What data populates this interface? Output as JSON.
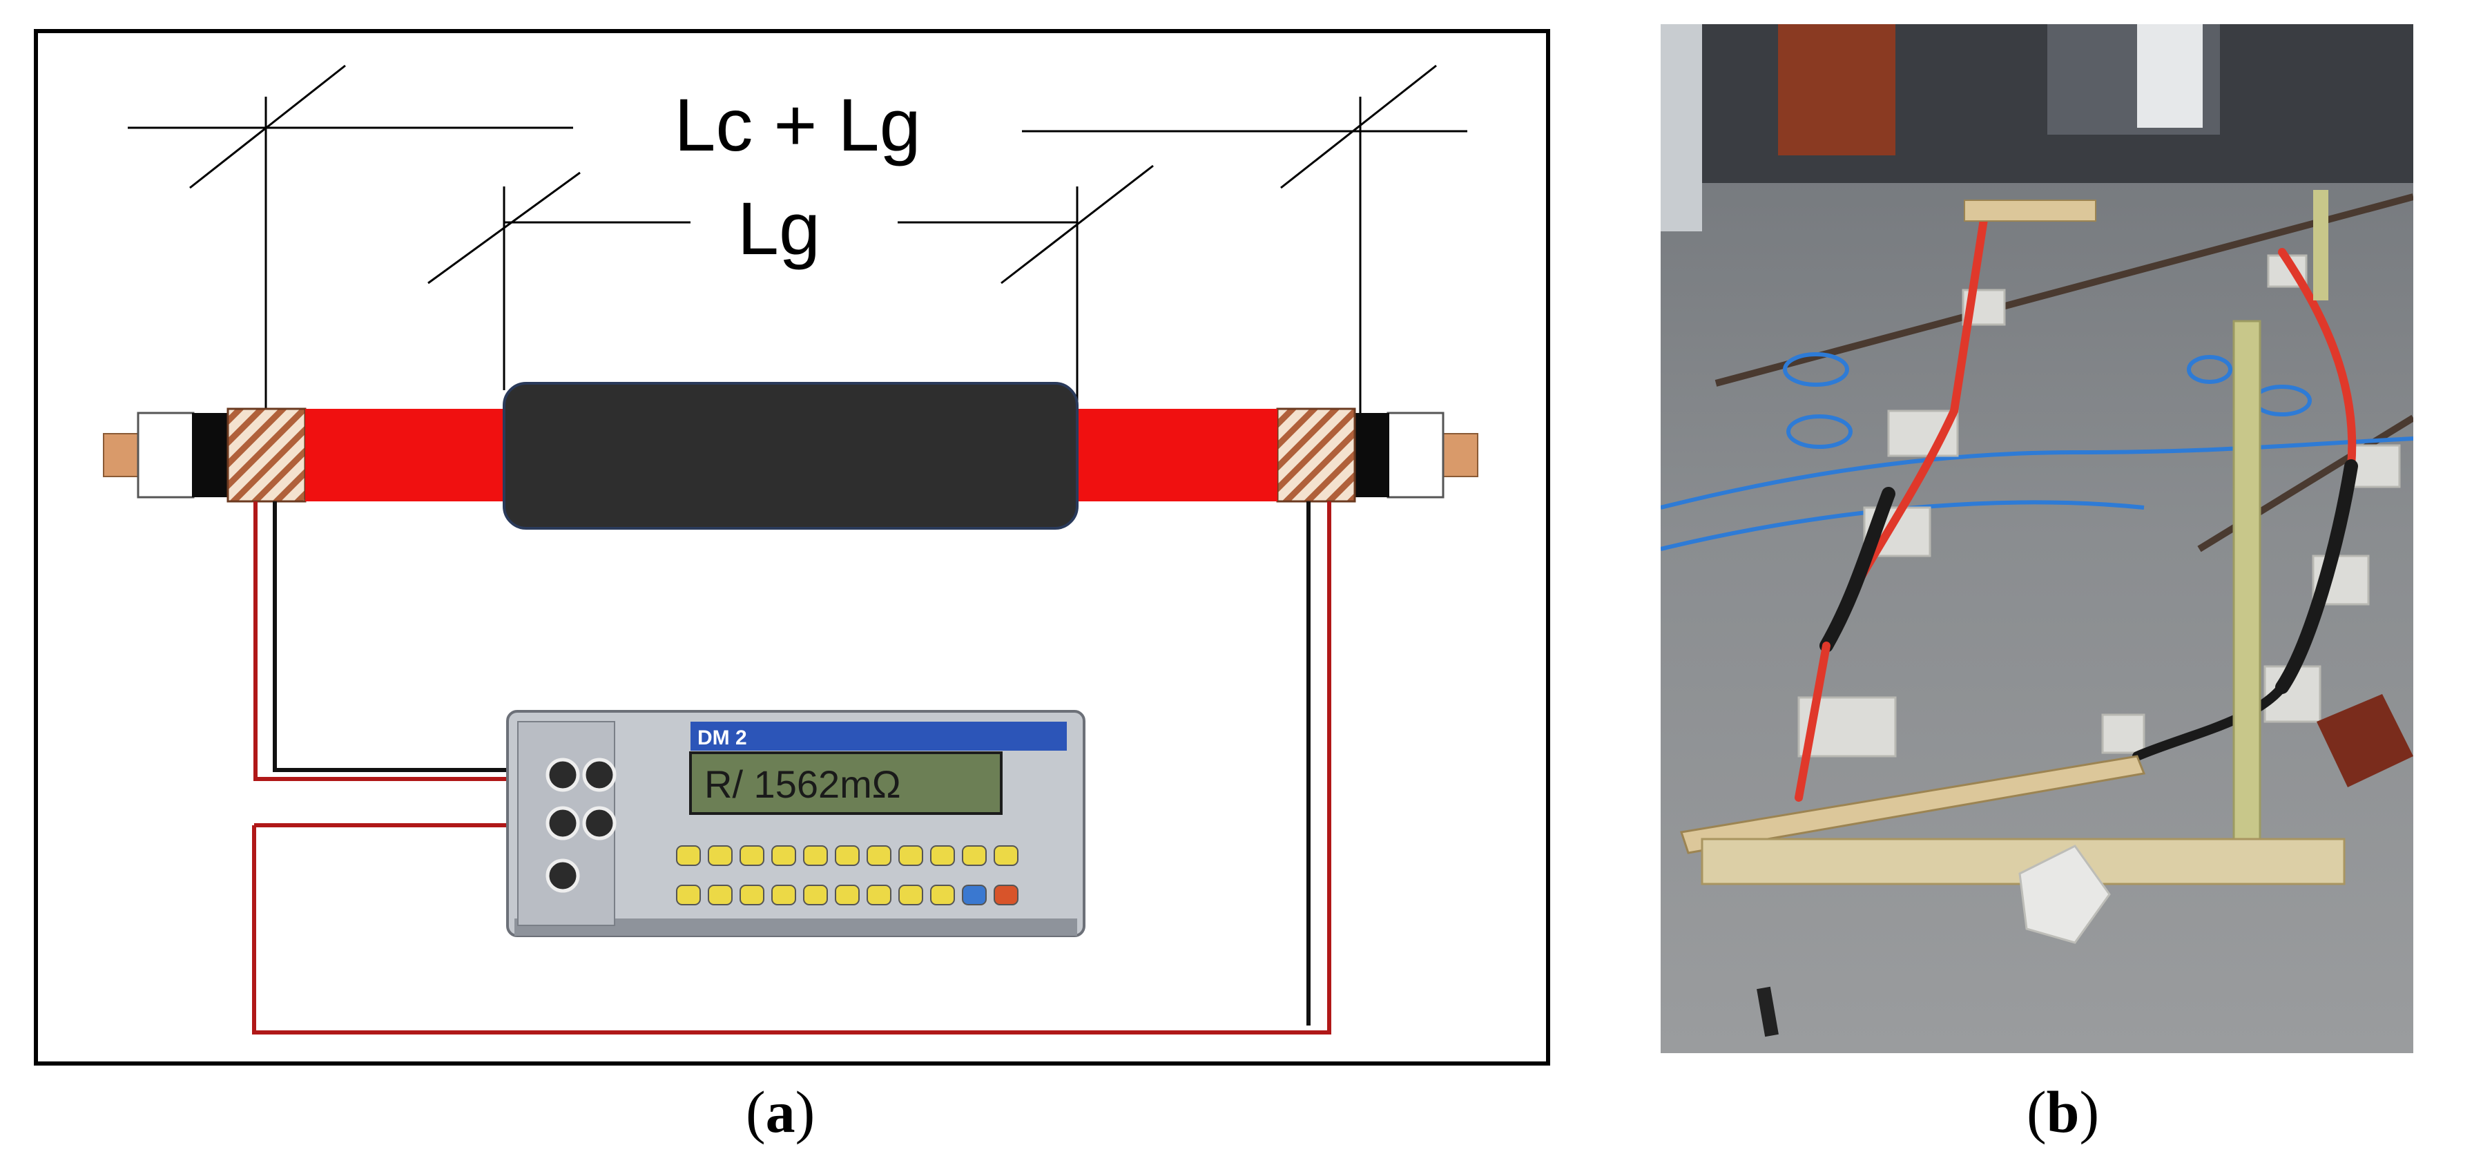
{
  "diagram": {
    "dimension_outer": "Lc + Lg",
    "dimension_inner": "Lg",
    "meter": {
      "brand": "DM 2",
      "display": "R/  1562mΩ"
    }
  },
  "captions": {
    "a_label": "a",
    "b_label": "b"
  },
  "colors": {
    "cable_insulation": "#f01010",
    "joint_body": "#2e2e2e",
    "cable_lead_red": "#c01818",
    "cable_lead_black": "#111111",
    "meter_display": "#6c7f55"
  }
}
